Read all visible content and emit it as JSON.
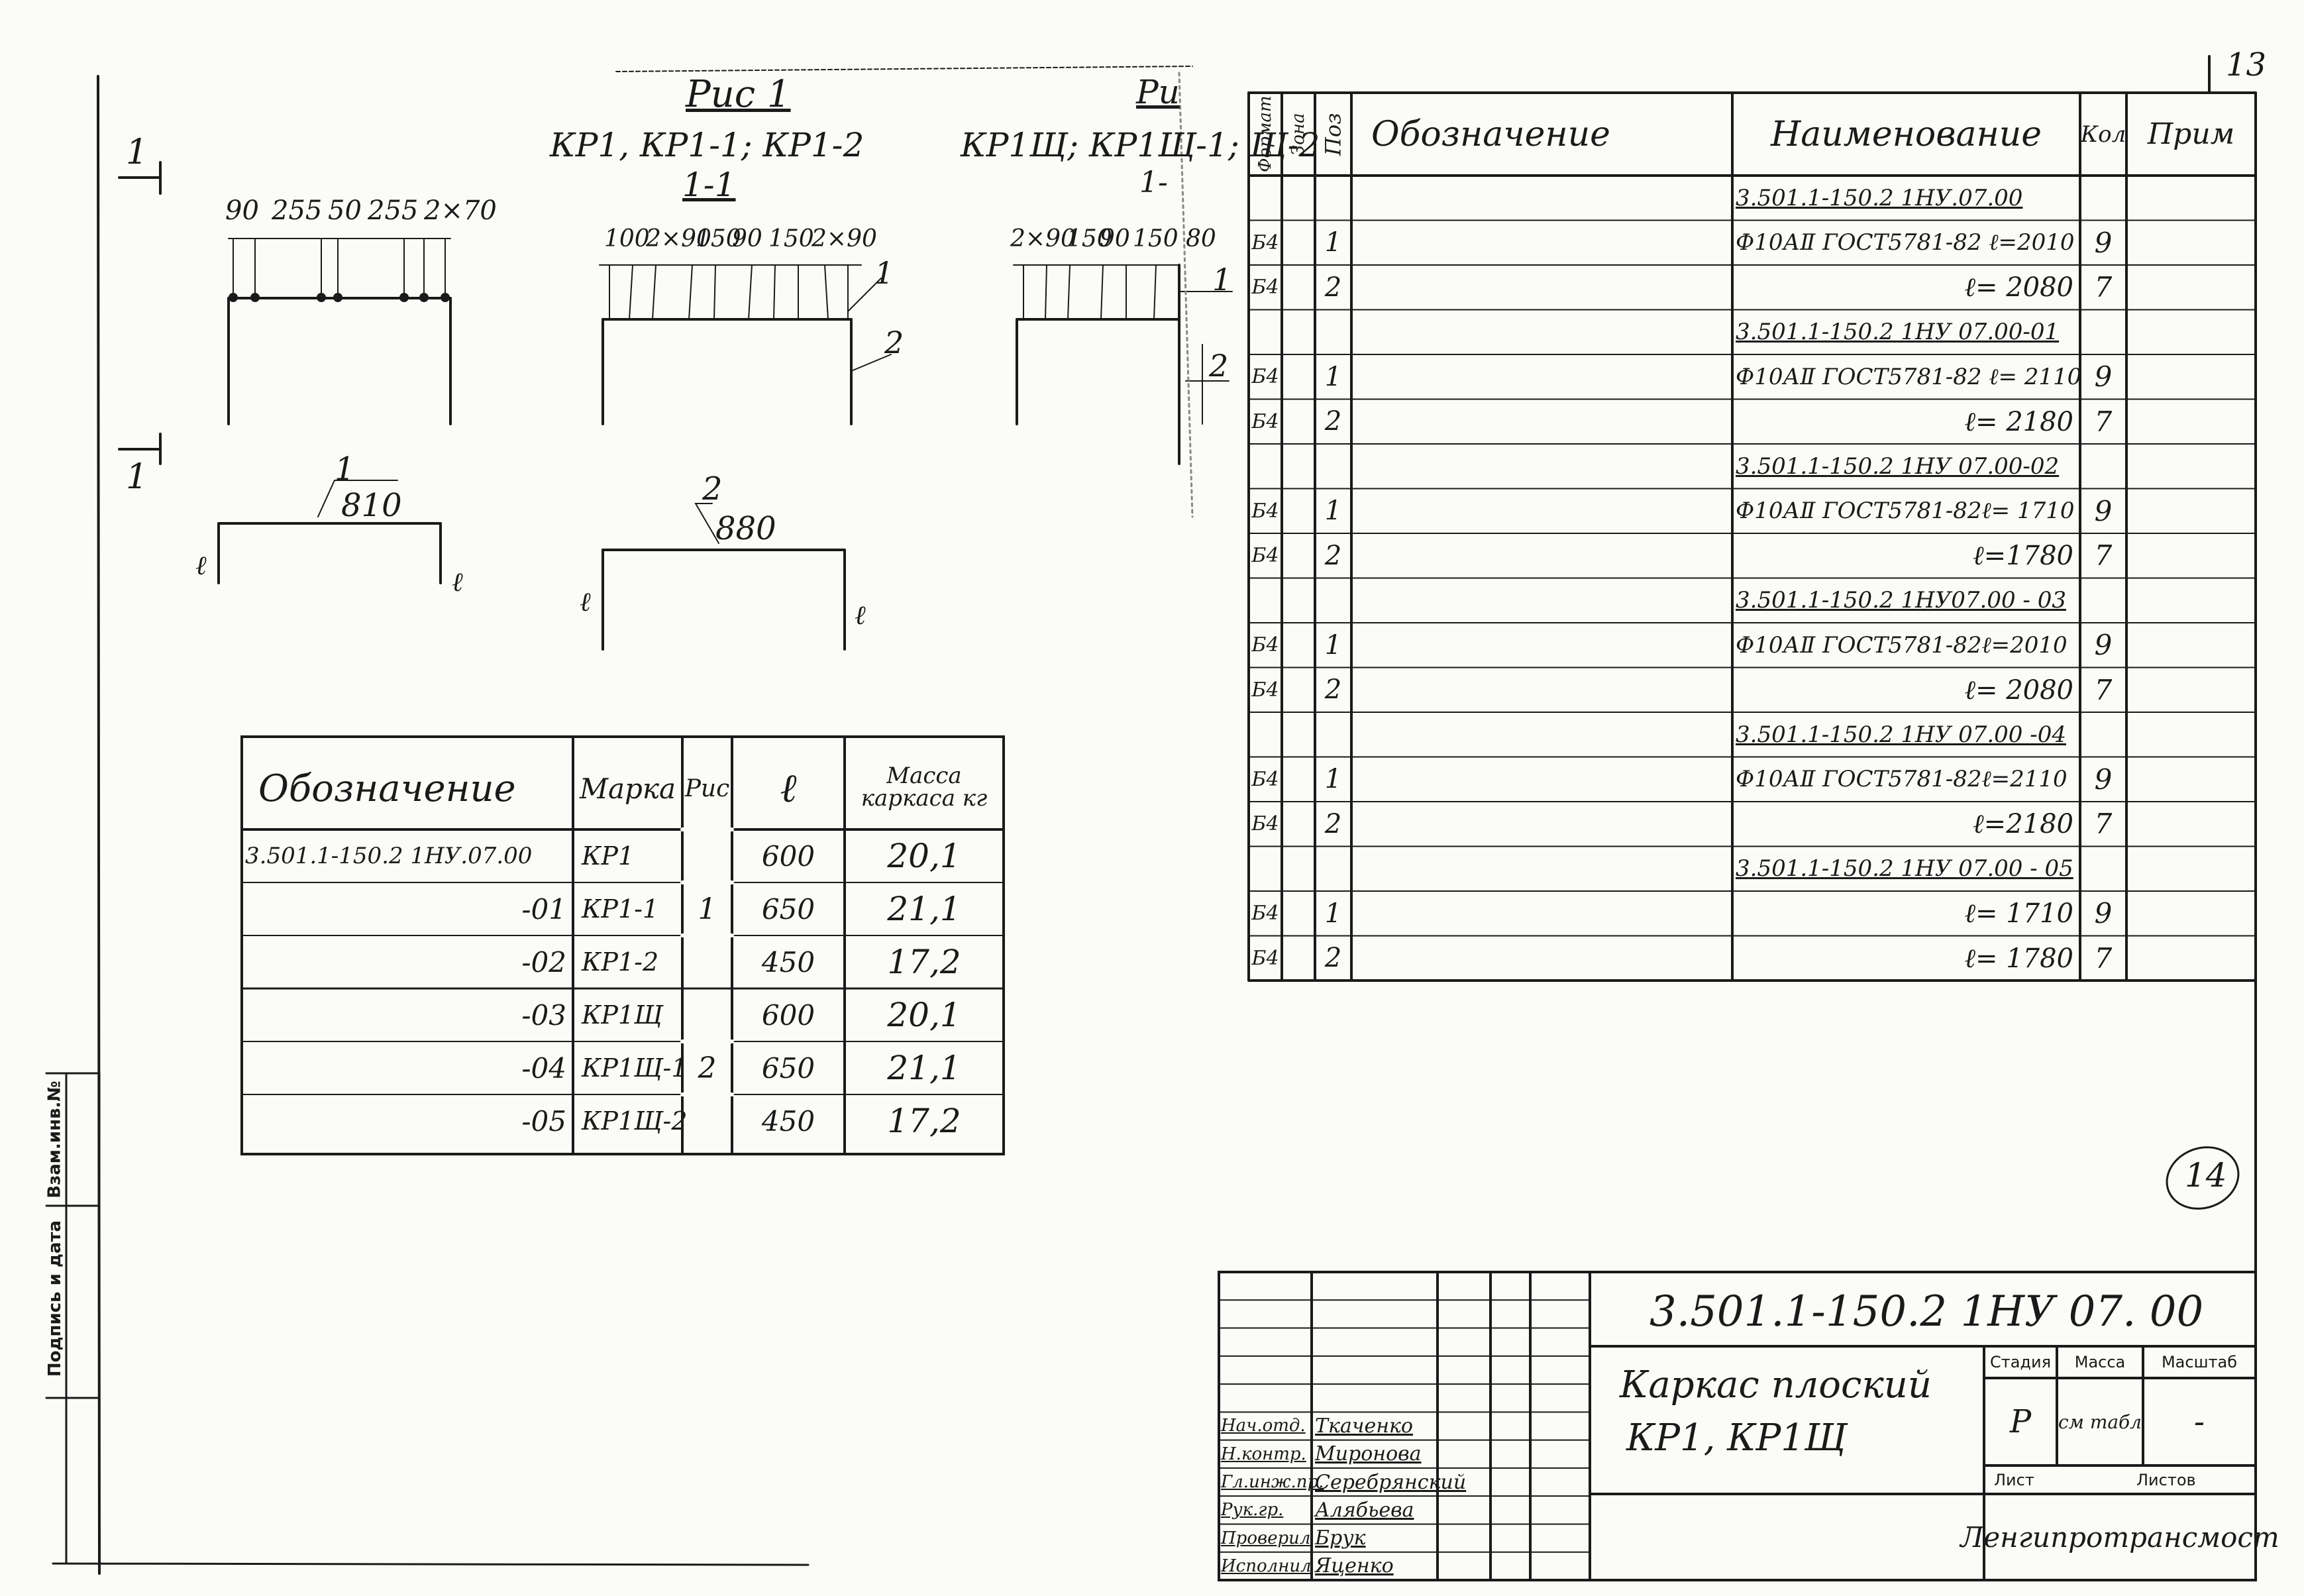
{
  "sheet_number": "13",
  "page_stamp": "14",
  "figure": {
    "title": "Рис 1",
    "left_caption": "КР1, КР1-1; КР1-2",
    "left_section": "1-1",
    "right_caption": "КР1Щ; КР1Щ-1; Щ-2",
    "right_title_fragment": "Ри",
    "right_section_fragment": "1-",
    "section_mark": "1",
    "section_mark_bottom": "1",
    "dims_a": [
      "90",
      "255",
      "50",
      "255",
      "2×70"
    ],
    "dims_b": [
      "100",
      "2×90",
      "150",
      "90",
      "150",
      "2×90"
    ],
    "dims_c": [
      "2×90",
      "150",
      "90",
      "150",
      "80"
    ],
    "callout_1": "1",
    "callout_2": "2",
    "callout_b1": "1",
    "callout_b2": "2",
    "bar1_pos": "1",
    "bar1_len": "810",
    "bar2_pos": "2",
    "bar2_len": "880",
    "bar_end_label": "ℓ"
  },
  "marks_table": {
    "headers": [
      "Обозначение",
      "Марка",
      "Рис",
      "ℓ",
      "Масса каркаса кг"
    ],
    "rows": [
      {
        "designation": "3.501.1-150.2 1НУ.07.00",
        "mark": "КР1",
        "fig": "",
        "l": "600",
        "mass": "20,1"
      },
      {
        "designation": "-01",
        "mark": "КР1-1",
        "fig": "1",
        "l": "650",
        "mass": "21,1"
      },
      {
        "designation": "-02",
        "mark": "КР1-2",
        "fig": "",
        "l": "450",
        "mass": "17,2"
      },
      {
        "designation": "-03",
        "mark": "КР1Щ",
        "fig": "",
        "l": "600",
        "mass": "20,1"
      },
      {
        "designation": "-04",
        "mark": "КР1Щ-1",
        "fig": "2",
        "l": "650",
        "mass": "21,1"
      },
      {
        "designation": "-05",
        "mark": "КР1Щ-2",
        "fig": "",
        "l": "450",
        "mass": "17,2"
      }
    ]
  },
  "spec_table": {
    "headers": [
      "Формат",
      "Зона",
      "Поз",
      "Обозначение",
      "Наименование",
      "Кол",
      "Прим"
    ],
    "rows": [
      {
        "fmt": "",
        "pos": "",
        "name": "3.501.1-150.2 1НУ.07.00",
        "qty": "",
        "kind": "group"
      },
      {
        "fmt": "Б4",
        "pos": "1",
        "name": "Ф10АⅡ ГОСТ5781-82 ℓ=2010",
        "qty": "9",
        "kind": "item"
      },
      {
        "fmt": "Б4",
        "pos": "2",
        "name": "ℓ= 2080",
        "qty": "7",
        "kind": "len"
      },
      {
        "fmt": "",
        "pos": "",
        "name": "3.501.1-150.2 1НУ 07.00-01",
        "qty": "",
        "kind": "group"
      },
      {
        "fmt": "Б4",
        "pos": "1",
        "name": "Ф10АⅡ ГОСТ5781-82 ℓ= 2110",
        "qty": "9",
        "kind": "item"
      },
      {
        "fmt": "Б4",
        "pos": "2",
        "name": "ℓ= 2180",
        "qty": "7",
        "kind": "len"
      },
      {
        "fmt": "",
        "pos": "",
        "name": "3.501.1-150.2 1НУ 07.00-02",
        "qty": "",
        "kind": "group"
      },
      {
        "fmt": "Б4",
        "pos": "1",
        "name": "Ф10АⅡ ГОСТ5781-82ℓ= 1710",
        "qty": "9",
        "kind": "item"
      },
      {
        "fmt": "Б4",
        "pos": "2",
        "name": "ℓ=1780",
        "qty": "7",
        "kind": "len"
      },
      {
        "fmt": "",
        "pos": "",
        "name": "3.501.1-150.2 1НУ07.00 - 03",
        "qty": "",
        "kind": "group"
      },
      {
        "fmt": "Б4",
        "pos": "1",
        "name": "Ф10АⅡ ГОСТ5781-82ℓ=2010",
        "qty": "9",
        "kind": "item"
      },
      {
        "fmt": "Б4",
        "pos": "2",
        "name": "ℓ= 2080",
        "qty": "7",
        "kind": "len"
      },
      {
        "fmt": "",
        "pos": "",
        "name": "3.501.1-150.2 1НУ 07.00 -04",
        "qty": "",
        "kind": "group"
      },
      {
        "fmt": "Б4",
        "pos": "1",
        "name": "Ф10АⅡ ГОСТ5781-82ℓ=2110",
        "qty": "9",
        "kind": "item"
      },
      {
        "fmt": "Б4",
        "pos": "2",
        "name": "ℓ=2180",
        "qty": "7",
        "kind": "len"
      },
      {
        "fmt": "",
        "pos": "",
        "name": "3.501.1-150.2 1НУ 07.00 - 05",
        "qty": "",
        "kind": "group"
      },
      {
        "fmt": "Б4",
        "pos": "1",
        "name": "ℓ= 1710",
        "qty": "9",
        "kind": "len"
      },
      {
        "fmt": "Б4",
        "pos": "2",
        "name": "ℓ= 1780",
        "qty": "7",
        "kind": "len"
      }
    ]
  },
  "title_block": {
    "doc_code": "3.501.1-150.2   1НУ 07. 00",
    "title_line1": "Каркас плоский",
    "title_line2": "КР1,  КР1Щ",
    "stage_label": "Стадия",
    "mass_label": "Масса",
    "scale_label": "Масштаб",
    "stage_value": "Р",
    "mass_value": "см табл",
    "scale_value": "-",
    "sheet_label": "Лист",
    "sheets_label": "Листов",
    "organization": "Ленгипротрансмост",
    "signatures": [
      {
        "role": "Нач.отд.",
        "name": "Ткаченко"
      },
      {
        "role": "Н.контр.",
        "name": "Миронова"
      },
      {
        "role": "Гл.инж.пр.",
        "name": "Серебрянский"
      },
      {
        "role": "Рук.гр.",
        "name": "Алябьева"
      },
      {
        "role": "Проверил",
        "name": "Брук"
      },
      {
        "role": "Исполнил",
        "name": "Яценко"
      }
    ]
  },
  "side_stamp": {
    "label1": "Взам.инв.№",
    "label2": "Подпись и дата"
  }
}
